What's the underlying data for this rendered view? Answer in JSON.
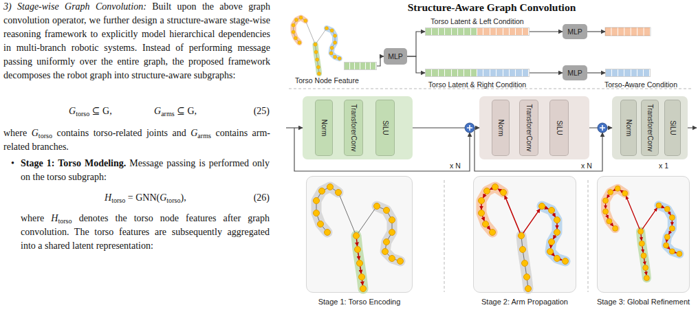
{
  "diagram": {
    "title": "Structure-Aware Graph Convolution",
    "nodes": [
      {
        "text": [
          "Torso Node Feature"
        ]
      },
      {
        "text": [
          "MLP"
        ]
      },
      {
        "text": [
          "Torso Latent & Left Condition"
        ]
      },
      {
        "text": [
          "Torso Latent & Right Condition"
        ]
      },
      {
        "text": [
          "MLP"
        ]
      },
      {
        "text": [
          "MLP"
        ]
      },
      {
        "text": [
          "Torso-Aware Condition"
        ]
      },
      {
        "text": [
          "x N"
        ]
      },
      {
        "text": [
          "Norm"
        ],
        "in": 7
      },
      {
        "text": [
          "TransforerConv"
        ],
        "in": 7
      },
      {
        "text": [
          "SiLU"
        ],
        "in": 7
      },
      {
        "text": [
          "x N"
        ]
      },
      {
        "text": [
          "Norm"
        ],
        "in": 11
      },
      {
        "text": [
          "TransforerConv"
        ],
        "in": 11
      },
      {
        "text": [
          "SiLU"
        ],
        "in": 11
      },
      {
        "text": [
          "x 1"
        ]
      },
      {
        "text": [
          "Norm"
        ],
        "in": 15
      },
      {
        "text": [
          "TransforerConv"
        ],
        "in": 15
      },
      {
        "text": [
          "SiLU"
        ],
        "in": 15
      },
      {
        "text": [
          "Stage 1: Torso Encoding"
        ]
      },
      {
        "text": [
          "Stage 2: Arm Propagation"
        ]
      },
      {
        "text": [
          "Stage 3: Global Refinement"
        ]
      }
    ],
    "edges": [
      {
        "from": 0,
        "to": 1,
        "arrow": "to"
      },
      {
        "from": 1,
        "to": 2,
        "arrow": "to"
      },
      {
        "from": 1,
        "to": 3,
        "arrow": "to"
      },
      {
        "from": 2,
        "to": 4,
        "arrow": "to"
      },
      {
        "from": 3,
        "to": 5,
        "arrow": "to"
      },
      {
        "from": 5,
        "to": 6,
        "arrow": "to"
      },
      {
        "from": 7,
        "to": 11,
        "arrow": "to"
      },
      {
        "from": 11,
        "to": 15,
        "arrow": "to"
      }
    ],
    "labels": [
      "3) Stage-wise Graph Convolution:",
      "Built upon the above graph convolution operator, we further design a structure-aware stage-wise reasoning framework to explicitly model hierarchical dependencies in multi-branch robotic systems. Instead of performing message passing uniformly over the entire graph, the proposed framework decomposes the robot graph into structure-aware subgraphs:",
      "G",
      "torso",
      "⊆ G,",
      "G",
      "arms",
      "⊆ G,",
      "(25)",
      "where",
      "G",
      "torso",
      "contains torso-related joints and",
      "G",
      "arms",
      "contains arm-related branches.",
      "•",
      "Stage 1: Torso Modeling.",
      "Message passing is performed only on the torso subgraph:",
      "H",
      "torso",
      "= GNN(",
      "G",
      "torso",
      "),",
      "(26)",
      "where",
      "H",
      "torso",
      "denotes the torso node features after graph convolution. The torso features are subsequently aggregated into a shared latent representation:"
    ]
  }
}
